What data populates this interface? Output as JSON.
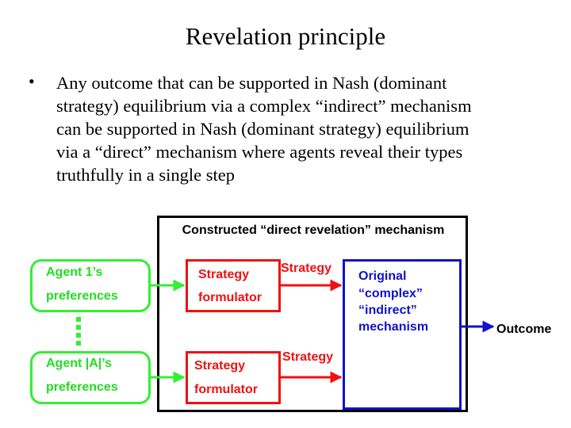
{
  "title": "Revelation principle",
  "bullet": {
    "marker": "•",
    "lines": [
      "Any outcome that can be supported in Nash (dominant",
      "strategy) equilibrium via a complex “indirect” mechanism",
      "can be supported in Nash (dominant strategy) equilibrium",
      "via a “direct” mechanism where agents reveal their types",
      "truthfully in a single step"
    ]
  },
  "diagram": {
    "outer_title": "Constructed “direct revelation” mechanism",
    "agent1": {
      "line1": "Agent 1’s",
      "line2": "preferences"
    },
    "agentA": {
      "line1": "Agent |A|’s",
      "line2": "preferences"
    },
    "formulator1": {
      "line1": "Strategy",
      "line2": "formulator"
    },
    "formulator2": {
      "line1": "Strategy",
      "line2": "formulator"
    },
    "strategy_label_top": "Strategy",
    "strategy_label_bottom": "Strategy",
    "mechanism": {
      "line1": "Original",
      "line2": "“complex”",
      "line3": "“indirect”",
      "line4": "mechanism"
    },
    "outcome": "Outcome",
    "colors": {
      "agent": "#33ee33",
      "formulator": "#ee1111",
      "mechanism": "#1111cc",
      "outline": "#000000"
    }
  }
}
